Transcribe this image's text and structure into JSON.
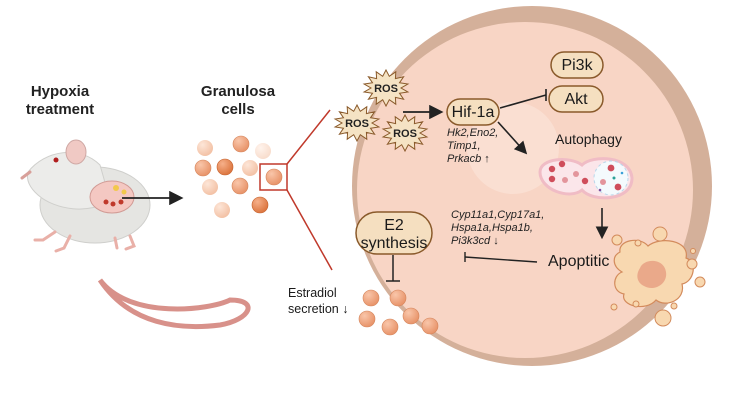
{
  "labels": {
    "hypoxia_line1": "Hypoxia",
    "hypoxia_line2": "treatment",
    "granulosa_line1": "Granulosa",
    "granulosa_line2": "cells",
    "ros": "ROS",
    "hif1a": "Hif-1a",
    "pi3k": "Pi3k",
    "akt": "Akt",
    "autophagy": "Autophagy",
    "apoptitic": "Apoptitic",
    "e2_line1": "E2",
    "e2_line2": "synthesis",
    "estradiol_line1": "Estradiol",
    "estradiol_line2": "secretion ↓"
  },
  "gene_lists": {
    "upregulated": [
      "Hk2,Eno2,",
      "Timp1,",
      "Prkacb ↑"
    ],
    "downregulated": [
      "Cyp11a1,Cyp17a1,",
      "Hspa1a,Hspa1b,",
      "Pi3k3cd ↓"
    ]
  },
  "colors": {
    "cell_membrane": "#d4b09a",
    "cell_cytoplasm": "#f8d5c5",
    "node_fill": "#f5dfc0",
    "node_border": "#8a5a2b",
    "ros_fill": "#f5e3c4",
    "ros_border": "#8a5a2b",
    "zoom_box": "#c0392b",
    "arrow": "#222222",
    "granulosa_dark": "#e0814f",
    "granulosa_mid": "#ec9f7c",
    "granulosa_light": "#f6cdb5",
    "apoptotic_body": "#f8d8b0",
    "apoptotic_nucleus": "#eaa98a"
  }
}
